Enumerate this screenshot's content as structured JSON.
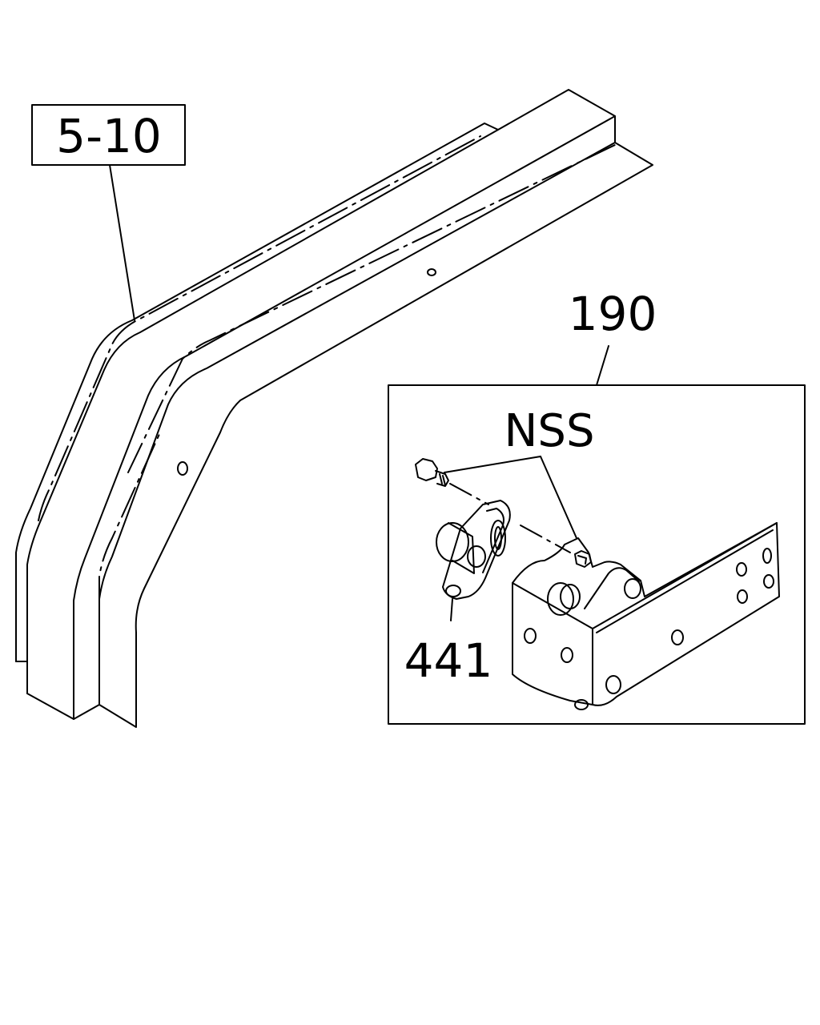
{
  "labels": {
    "ref_box": "5-10",
    "part_190": "190",
    "part_nss": "NSS",
    "part_441": "441"
  },
  "colors": {
    "ink": "#000000",
    "paper": "#ffffff"
  }
}
